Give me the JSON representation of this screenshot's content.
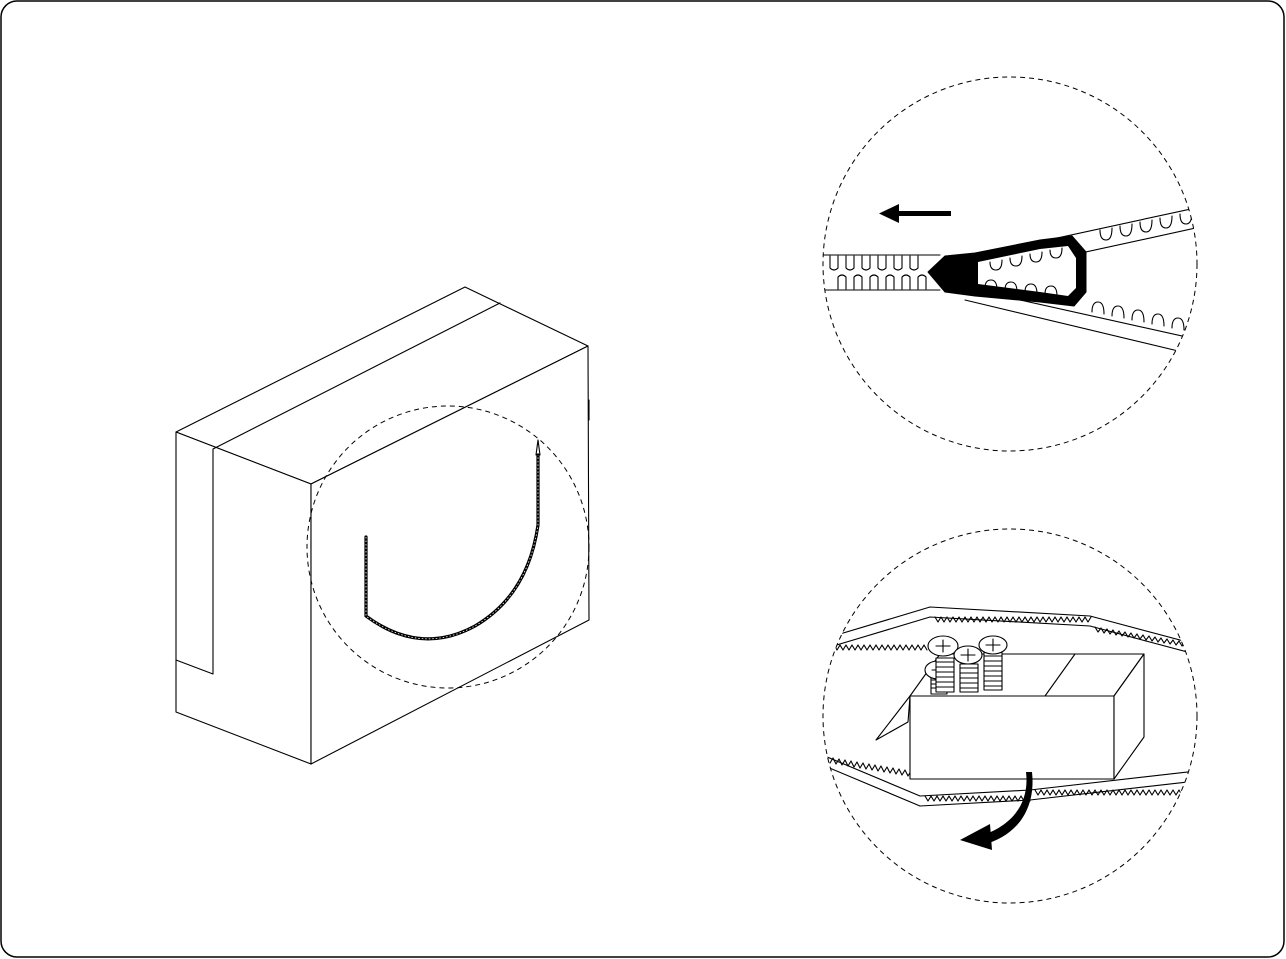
{
  "figure": {
    "frame_color": "#000000",
    "background_color": "#ffffff",
    "ink_color": "#000000",
    "panels": [
      {
        "id": "carton",
        "description_icon": "carton-box-icon",
        "detail_icon": "zipper-tear-strip-icon"
      },
      {
        "id": "zipper-detail",
        "description_icon": "zipper-pull-icon",
        "arrow": "pull-left-arrow-icon"
      },
      {
        "id": "screws-detail",
        "description_icon": "screw-box-icon",
        "screw_count": 4,
        "arrow": "curved-pull-arrow-icon"
      }
    ]
  }
}
